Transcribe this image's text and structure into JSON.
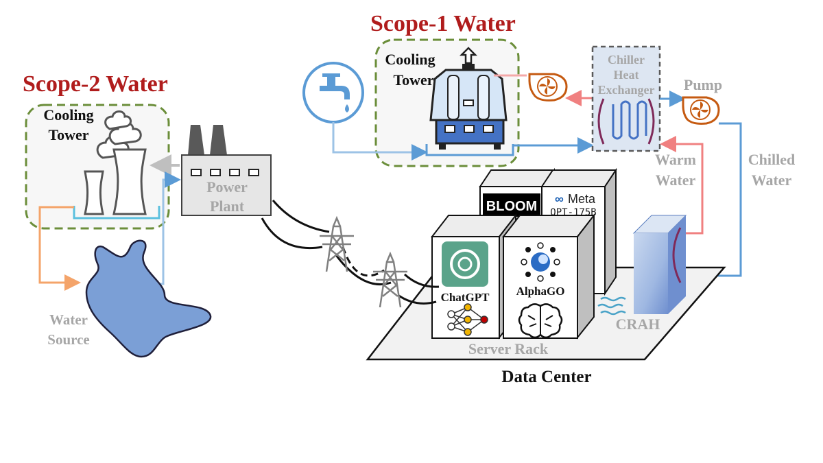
{
  "scope2": {
    "title": "Scope-2 Water",
    "tower_line1": "Cooling",
    "tower_line2": "Tower"
  },
  "scope1": {
    "title": "Scope-1 Water",
    "tower_line1": "Cooling",
    "tower_line2": "Tower"
  },
  "power_plant": {
    "line1": "Power",
    "line2": "Plant"
  },
  "water_source": {
    "line1": "Water",
    "line2": "Source"
  },
  "chiller": {
    "line1": "Chiller",
    "line2": "Heat",
    "line3": "Exchanger"
  },
  "pump": "Pump",
  "warm_water": {
    "line1": "Warm",
    "line2": "Water"
  },
  "chilled_water": {
    "line1": "Chilled",
    "line2": "Water"
  },
  "crah": "CRAH",
  "server_rack": "Server Rack",
  "data_center": "Data Center",
  "servers": {
    "bloom": "BLOOM",
    "meta_name": "Meta",
    "meta_model": "OPT-175B",
    "chatgpt": "ChatGPT",
    "alphago": "AlphaGO"
  },
  "colors": {
    "title_red": "#b01c1c",
    "dashed_green": "#6b8e3a",
    "label_gray": "#a6a6a6",
    "pipe_blue": "#5b9bd5",
    "pipe_red": "#f08080",
    "pump_orange": "#c55a11",
    "water_body": "#7b9fd6"
  }
}
